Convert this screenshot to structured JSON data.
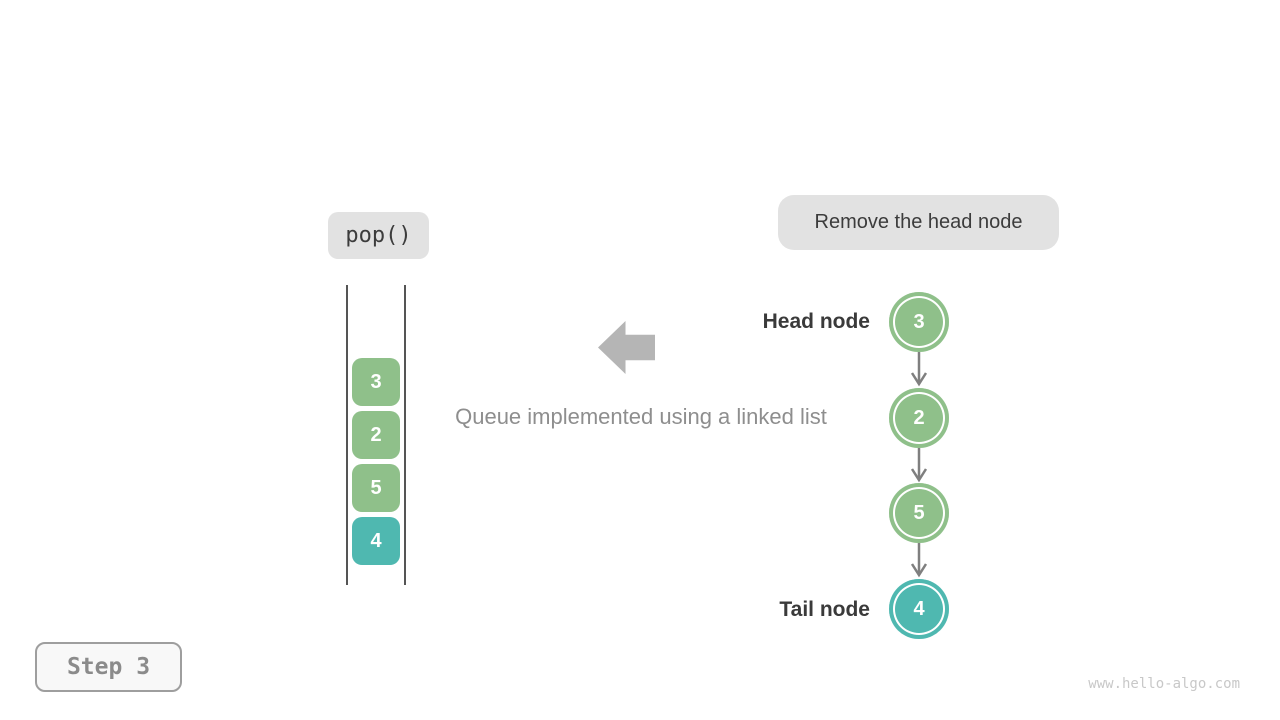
{
  "page": {
    "step_label": "Step 3",
    "watermark": "www.hello-algo.com"
  },
  "operation": {
    "label": "pop()",
    "description": "Remove the head node"
  },
  "caption": "Queue implemented using a linked list",
  "queue": {
    "items": [
      {
        "value": "3",
        "color": "#8FC08A"
      },
      {
        "value": "2",
        "color": "#8FC08A"
      },
      {
        "value": "5",
        "color": "#8FC08A"
      },
      {
        "value": "4",
        "color": "#4FB8B0"
      }
    ]
  },
  "linked_list": {
    "head_label": "Head node",
    "tail_label": "Tail node",
    "nodes": [
      {
        "value": "3",
        "color": "#8FC08A"
      },
      {
        "value": "2",
        "color": "#8FC08A"
      },
      {
        "value": "5",
        "color": "#8FC08A"
      },
      {
        "value": "4",
        "color": "#4FB8B0"
      }
    ]
  },
  "colors": {
    "node_green": "#8FC08A",
    "node_teal": "#4FB8B0",
    "badge_bg": "#e2e2e2",
    "big_arrow_gray": "#b5b5b5",
    "connector_gray": "#7f7f7f",
    "wall_gray": "#555555",
    "text_dark": "#3c3c3c",
    "text_gray": "#8e8e8e"
  }
}
